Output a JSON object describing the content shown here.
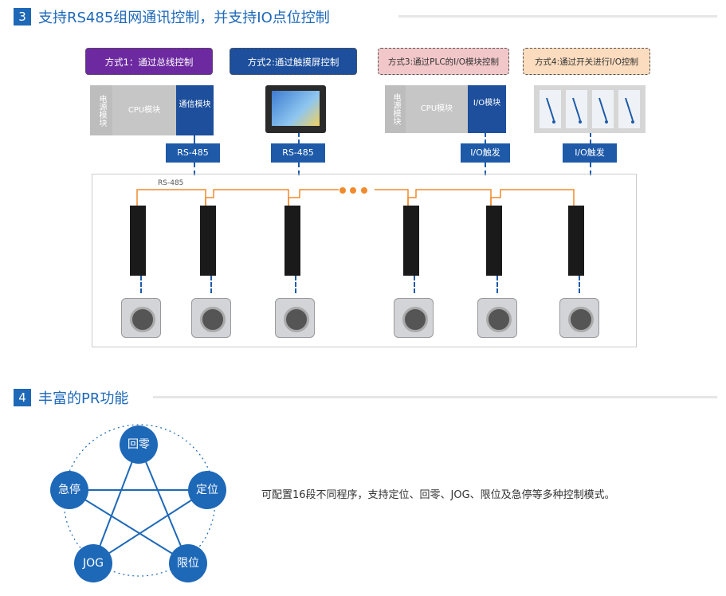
{
  "section3": {
    "num": "3",
    "title": "支持RS485组网通讯控制，并支持IO点位控制"
  },
  "modes": [
    {
      "label": "方式1：通过总线控制",
      "bg": "#6d2aa0",
      "fg": "#ffffff"
    },
    {
      "label": "方式2:通过触摸屏控制",
      "bg": "#1d4f9c",
      "fg": "#ffffff"
    },
    {
      "label": "方式3:通过PLC的I/O模块控制",
      "bg": "#f2c7c9",
      "fg": "#333333"
    },
    {
      "label": "方式4:通过开关进行I/O控制",
      "bg": "#fbdcbf",
      "fg": "#333333"
    }
  ],
  "plc1": {
    "power": "电源模块",
    "cpu": "CPU模块",
    "comm": "通信模块"
  },
  "plc3": {
    "power": "电源模块",
    "cpu": "CPU模块",
    "io": "I/O模块"
  },
  "connectors": [
    "RS-485",
    "RS-485",
    "I/O触发",
    "I/O触发"
  ],
  "bus_label": "RS-485",
  "section4": {
    "num": "4",
    "title": "丰富的PR功能"
  },
  "pr_functions": [
    "回零",
    "定位",
    "限位",
    "JOG",
    "急停"
  ],
  "pr_description": "可配置16段不同程序，支持定位、回零、JOG、限位及急停等多种控制模式。",
  "colors": {
    "accent": "#1e68b8",
    "bus_line": "#f08a2c"
  }
}
